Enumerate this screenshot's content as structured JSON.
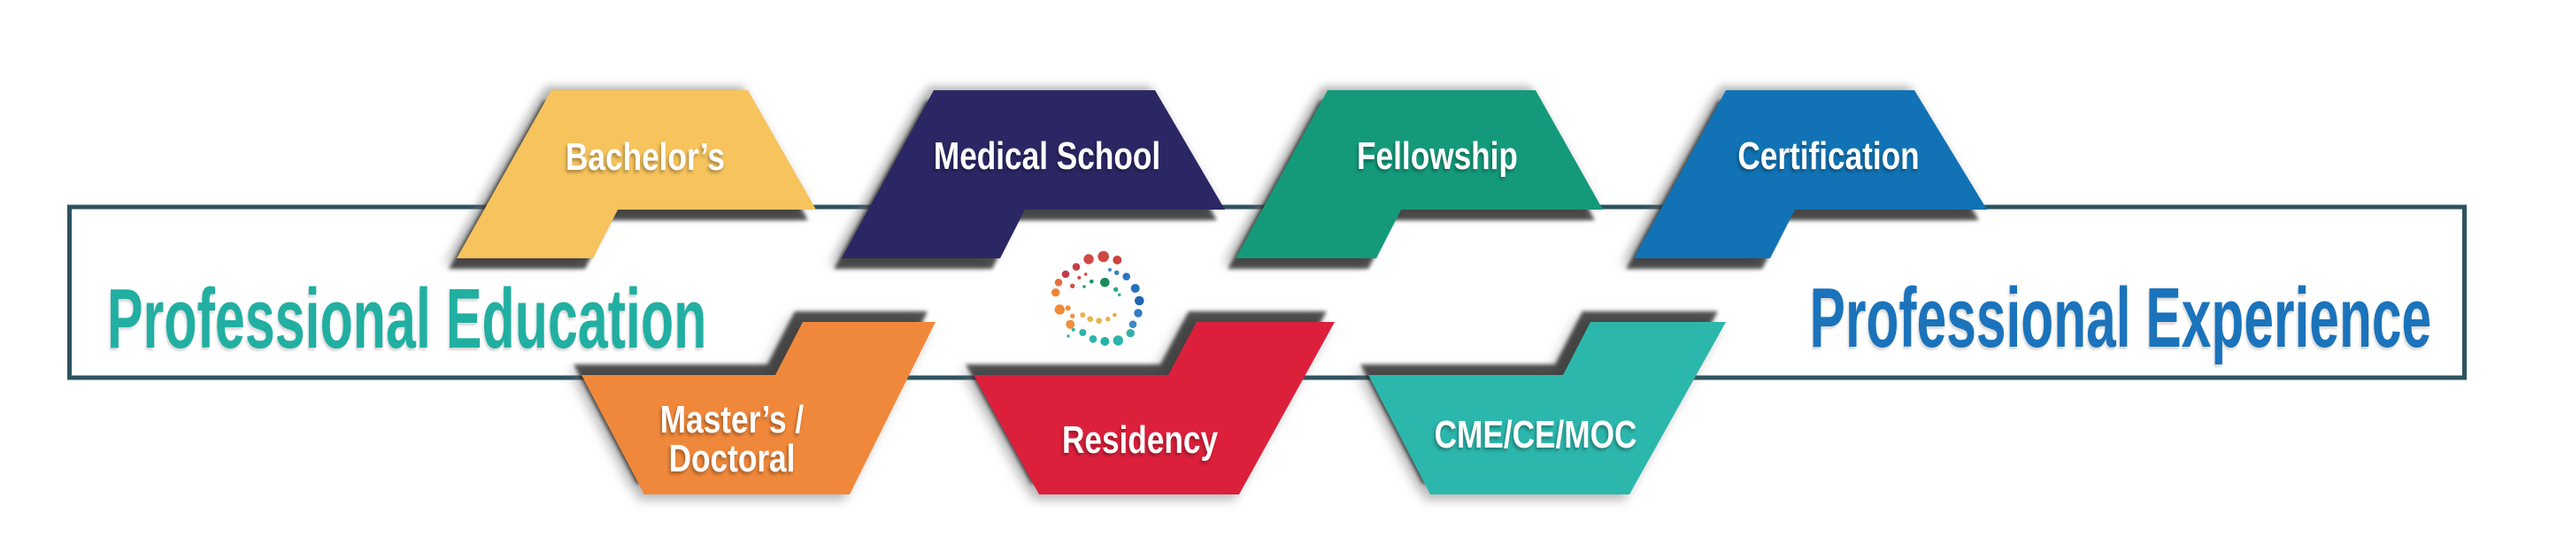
{
  "band": {
    "education_title": "Professional Education",
    "experience_title": "Professional Experience",
    "education_color": "#21AFA2",
    "experience_color": "#1B73BB",
    "border_color": "#2E525F",
    "background": "#FFFFFF"
  },
  "stages": {
    "top": [
      {
        "label": "Bachelor’s",
        "color": "#F6C35C"
      },
      {
        "label": "Medical School",
        "color": "#2B2765"
      },
      {
        "label": "Fellowship",
        "color": "#149A7A"
      },
      {
        "label": "Certification",
        "color": "#1173B5"
      }
    ],
    "bottom": [
      {
        "label_line1": "Master’s /",
        "label_line2": "Doctoral",
        "color": "#F0883B"
      },
      {
        "label": "Residency",
        "color": "#DC203C"
      },
      {
        "label": "CME/CE/MOC",
        "color": "#2CB7AC"
      }
    ]
  },
  "label_text_color": "#FFFFFF",
  "logo": {
    "name": "dotted-swirl-logo",
    "colors": {
      "red": "#CF4943",
      "crimson": "#C23A44",
      "orange": "#EE8537",
      "gold": "#E8B44A",
      "teal": "#2CB3A7",
      "blue": "#1E66B0",
      "green": "#1A8C5B"
    }
  }
}
